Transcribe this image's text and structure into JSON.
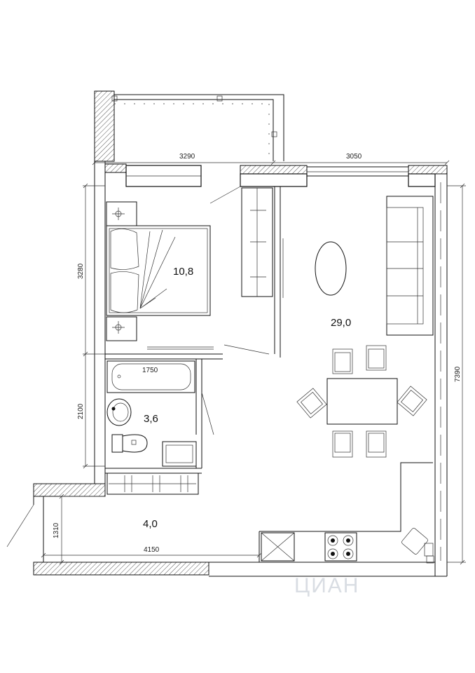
{
  "dimensions": {
    "top_left": "3290",
    "top_right": "3050",
    "left_bedroom": "3280",
    "bath_width": "1750",
    "left_bath": "2100",
    "left_hall": "1310",
    "bottom_hall": "4150",
    "right_total": "7390"
  },
  "rooms": {
    "bedroom_area": "10,8",
    "living_area": "29,0",
    "bathroom_area": "3,6",
    "hall_area": "4,0"
  },
  "watermark": "ЦИАН",
  "colors": {
    "line": "#111111",
    "hatch": "#555555",
    "watermark": "#d9dde3"
  }
}
